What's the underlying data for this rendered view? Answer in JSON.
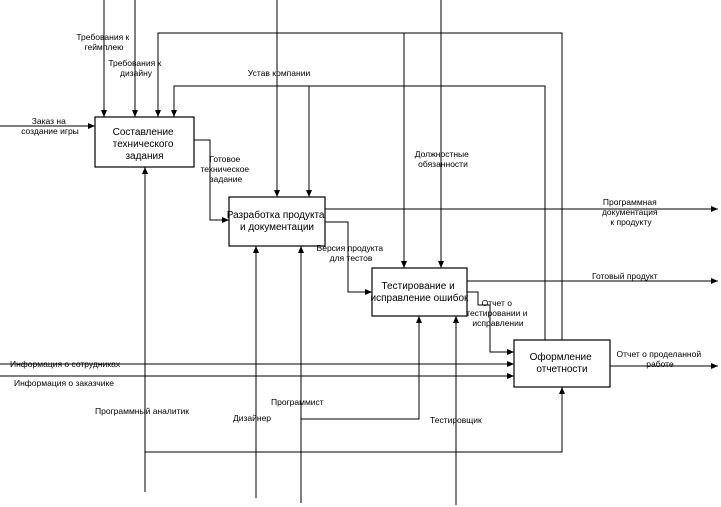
{
  "boxes": {
    "box1": [
      "Составление",
      "технического",
      "задания"
    ],
    "box2": [
      "Разработка продукта",
      "и документации"
    ],
    "box3": [
      "Тестирование и",
      "исправление ошибок"
    ],
    "box4": [
      "Оформление",
      "отчетности"
    ]
  },
  "labels": {
    "req_game": [
      "Требования к",
      "геймплею"
    ],
    "req_design": [
      "Требования к",
      "дизайну"
    ],
    "charter": [
      "Устав компании"
    ],
    "duties": [
      "Должностные",
      "обязанности"
    ],
    "order": [
      "Заказ на",
      "создание игры"
    ],
    "tech_spec": [
      "Готовое",
      "техническое",
      "задание"
    ],
    "prog_docs": [
      "Программная",
      "документация",
      "к продукту"
    ],
    "test_version": [
      "Версия продукта",
      "для тестов"
    ],
    "ready_product": [
      "Готовый продукт"
    ],
    "test_report": [
      "Отчет о",
      "тестировании и",
      "исправлении"
    ],
    "work_report": [
      "Отчет о проделанной",
      "работе"
    ],
    "info_employees": [
      "Информация о сотрудниках"
    ],
    "info_customer": [
      "Информация о заказчике"
    ],
    "analyst": [
      "Программный аналитик"
    ],
    "designer": [
      "Дизайнер"
    ],
    "programmer": [
      "Программист"
    ],
    "tester": [
      "Тестировщик"
    ]
  }
}
